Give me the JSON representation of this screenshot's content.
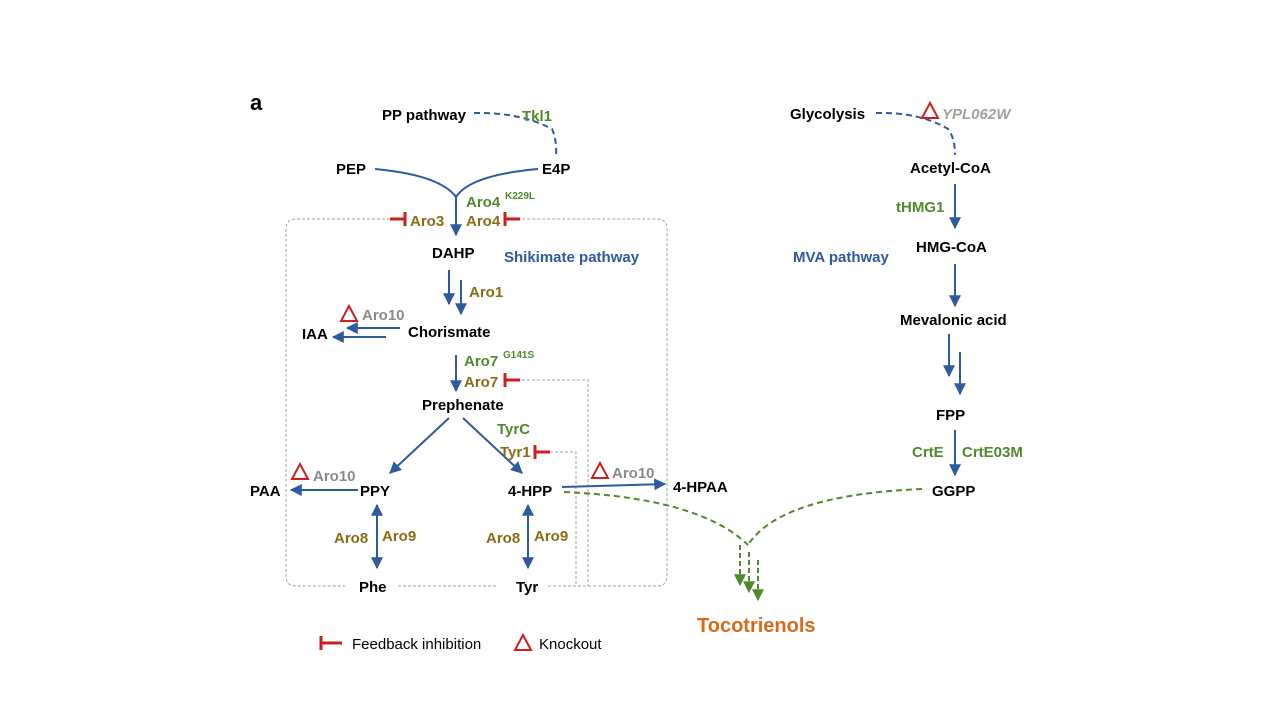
{
  "panel_label": "a",
  "colors": {
    "metabolite": "#000000",
    "pathway": "#2e5aa0",
    "overexpressed_enzyme": "#4f8a2c",
    "native_enzyme": "#8a6d12",
    "knocked_out_gene": "#8a8a8a",
    "inhibition_knockout_mark": "#cc1f1f",
    "product": "#d86a1c",
    "boundary": "#a0a0a0"
  },
  "metabolites": {
    "pp_pathway": "PP pathway",
    "pep": "PEP",
    "e4p": "E4P",
    "dahp": "DAHP",
    "chorismate": "Chorismate",
    "iaa": "IAA",
    "prephenate": "Prephenate",
    "ppy": "PPY",
    "paa": "PAA",
    "hpp": "4-HPP",
    "hpaa": "4-HPAA",
    "phe": "Phe",
    "tyr": "Tyr",
    "glycolysis": "Glycolysis",
    "acetyl_coa": "Acetyl-CoA",
    "hmg_coa": "HMG-CoA",
    "mevalonic_acid": "Mevalonic acid",
    "fpp": "FPP",
    "ggpp": "GGPP",
    "product": "Tocotrienols"
  },
  "pathways": {
    "shikimate": "Shikimate pathway",
    "mva": "MVA pathway"
  },
  "enzymes": {
    "tkl1": "Tkl1",
    "aro4_mut": "Aro4",
    "aro4_mut_sup": "K229L",
    "aro3": "Aro3",
    "aro4": "Aro4",
    "aro1": "Aro1",
    "aro10_iaa": "Aro10",
    "aro7_mut": "Aro7",
    "aro7_mut_sup": "G141S",
    "aro7": "Aro7",
    "tyrc": "TyrC",
    "tyr1": "Tyr1",
    "aro10_paa": "Aro10",
    "aro10_hpaa": "Aro10",
    "aro8_phe": "Aro8",
    "aro9_phe": "Aro9",
    "aro8_tyr": "Aro8",
    "aro9_tyr": "Aro9",
    "ypl062w": "YPL062W",
    "thmg1": "tHMG1",
    "crte": "CrtE",
    "crte03m": "CrtE03M"
  },
  "legend": {
    "feedback": "Feedback inhibition",
    "knockout": "Knockout"
  }
}
